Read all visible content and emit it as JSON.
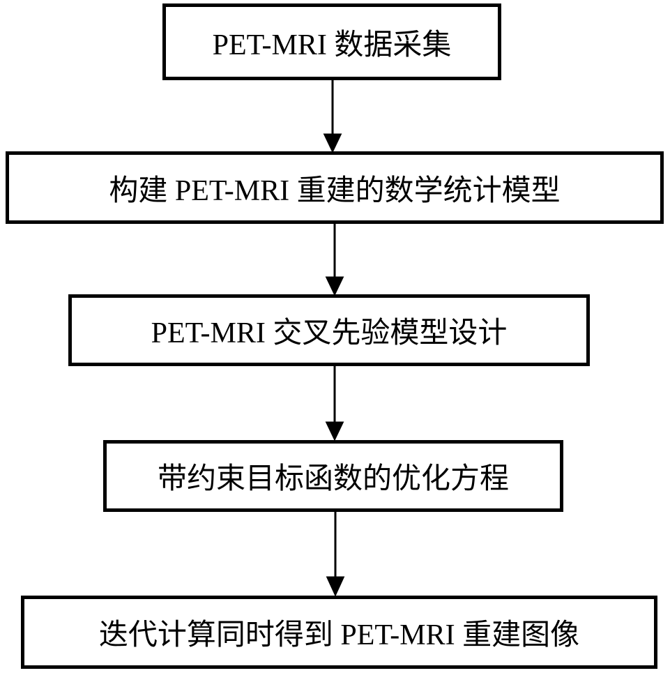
{
  "steps": [
    {
      "label": "PET-MRI 数据采集"
    },
    {
      "label": "构建 PET-MRI 重建的数学统计模型"
    },
    {
      "label": "PET-MRI 交叉先验模型设计"
    },
    {
      "label": "带约束目标函数的优化方程"
    },
    {
      "label": "迭代计算同时得到 PET-MRI 重建图像"
    }
  ]
}
